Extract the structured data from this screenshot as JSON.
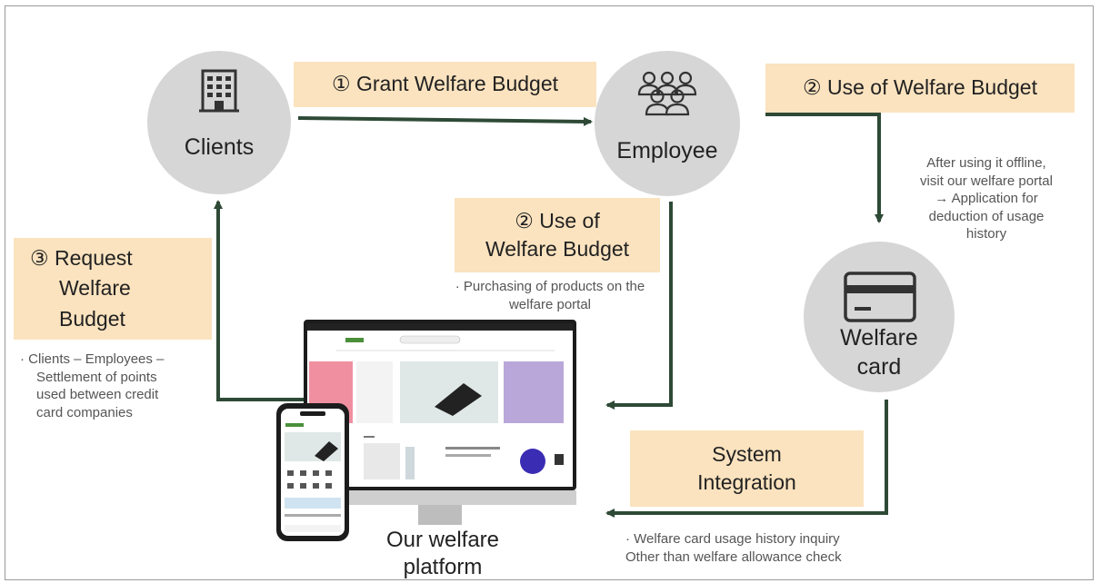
{
  "nodes": {
    "clients": {
      "label": "Clients",
      "icon": "building-icon"
    },
    "employee": {
      "label": "Employee",
      "icon": "people-group-icon"
    },
    "welfare_card": {
      "label_line1": "Welfare",
      "label_line2": "card",
      "icon": "credit-card-icon"
    }
  },
  "steps": {
    "grant": {
      "label": "① Grant Welfare Budget"
    },
    "use_card": {
      "label": "② Use of Welfare Budget"
    },
    "use_portal": {
      "line1": "② Use of",
      "line2": "Welfare Budget"
    },
    "request": {
      "line1": "③ Request",
      "line2": "Welfare",
      "line3": "Budget"
    },
    "integration": {
      "line1": "System",
      "line2": "Integration"
    }
  },
  "notes": {
    "card_usage": [
      "After using it offline,",
      "visit our welfare portal",
      "→ Application for",
      "deduction of usage",
      "history"
    ],
    "portal_purchase": [
      "· Purchasing of products on the",
      "welfare portal"
    ],
    "settlement": [
      "· Clients – Employees –",
      "Settlement of points",
      "used between credit",
      "card companies"
    ],
    "integration": [
      "· Welfare card usage history inquiry",
      "Other than welfare allowance check"
    ]
  },
  "platform": {
    "line1": "Our welfare",
    "line2": "platform"
  },
  "colors": {
    "arrow": "#2e4a36",
    "node": "#d6d6d6",
    "box": "#fbe3bf",
    "border": "#9a9a9a"
  }
}
